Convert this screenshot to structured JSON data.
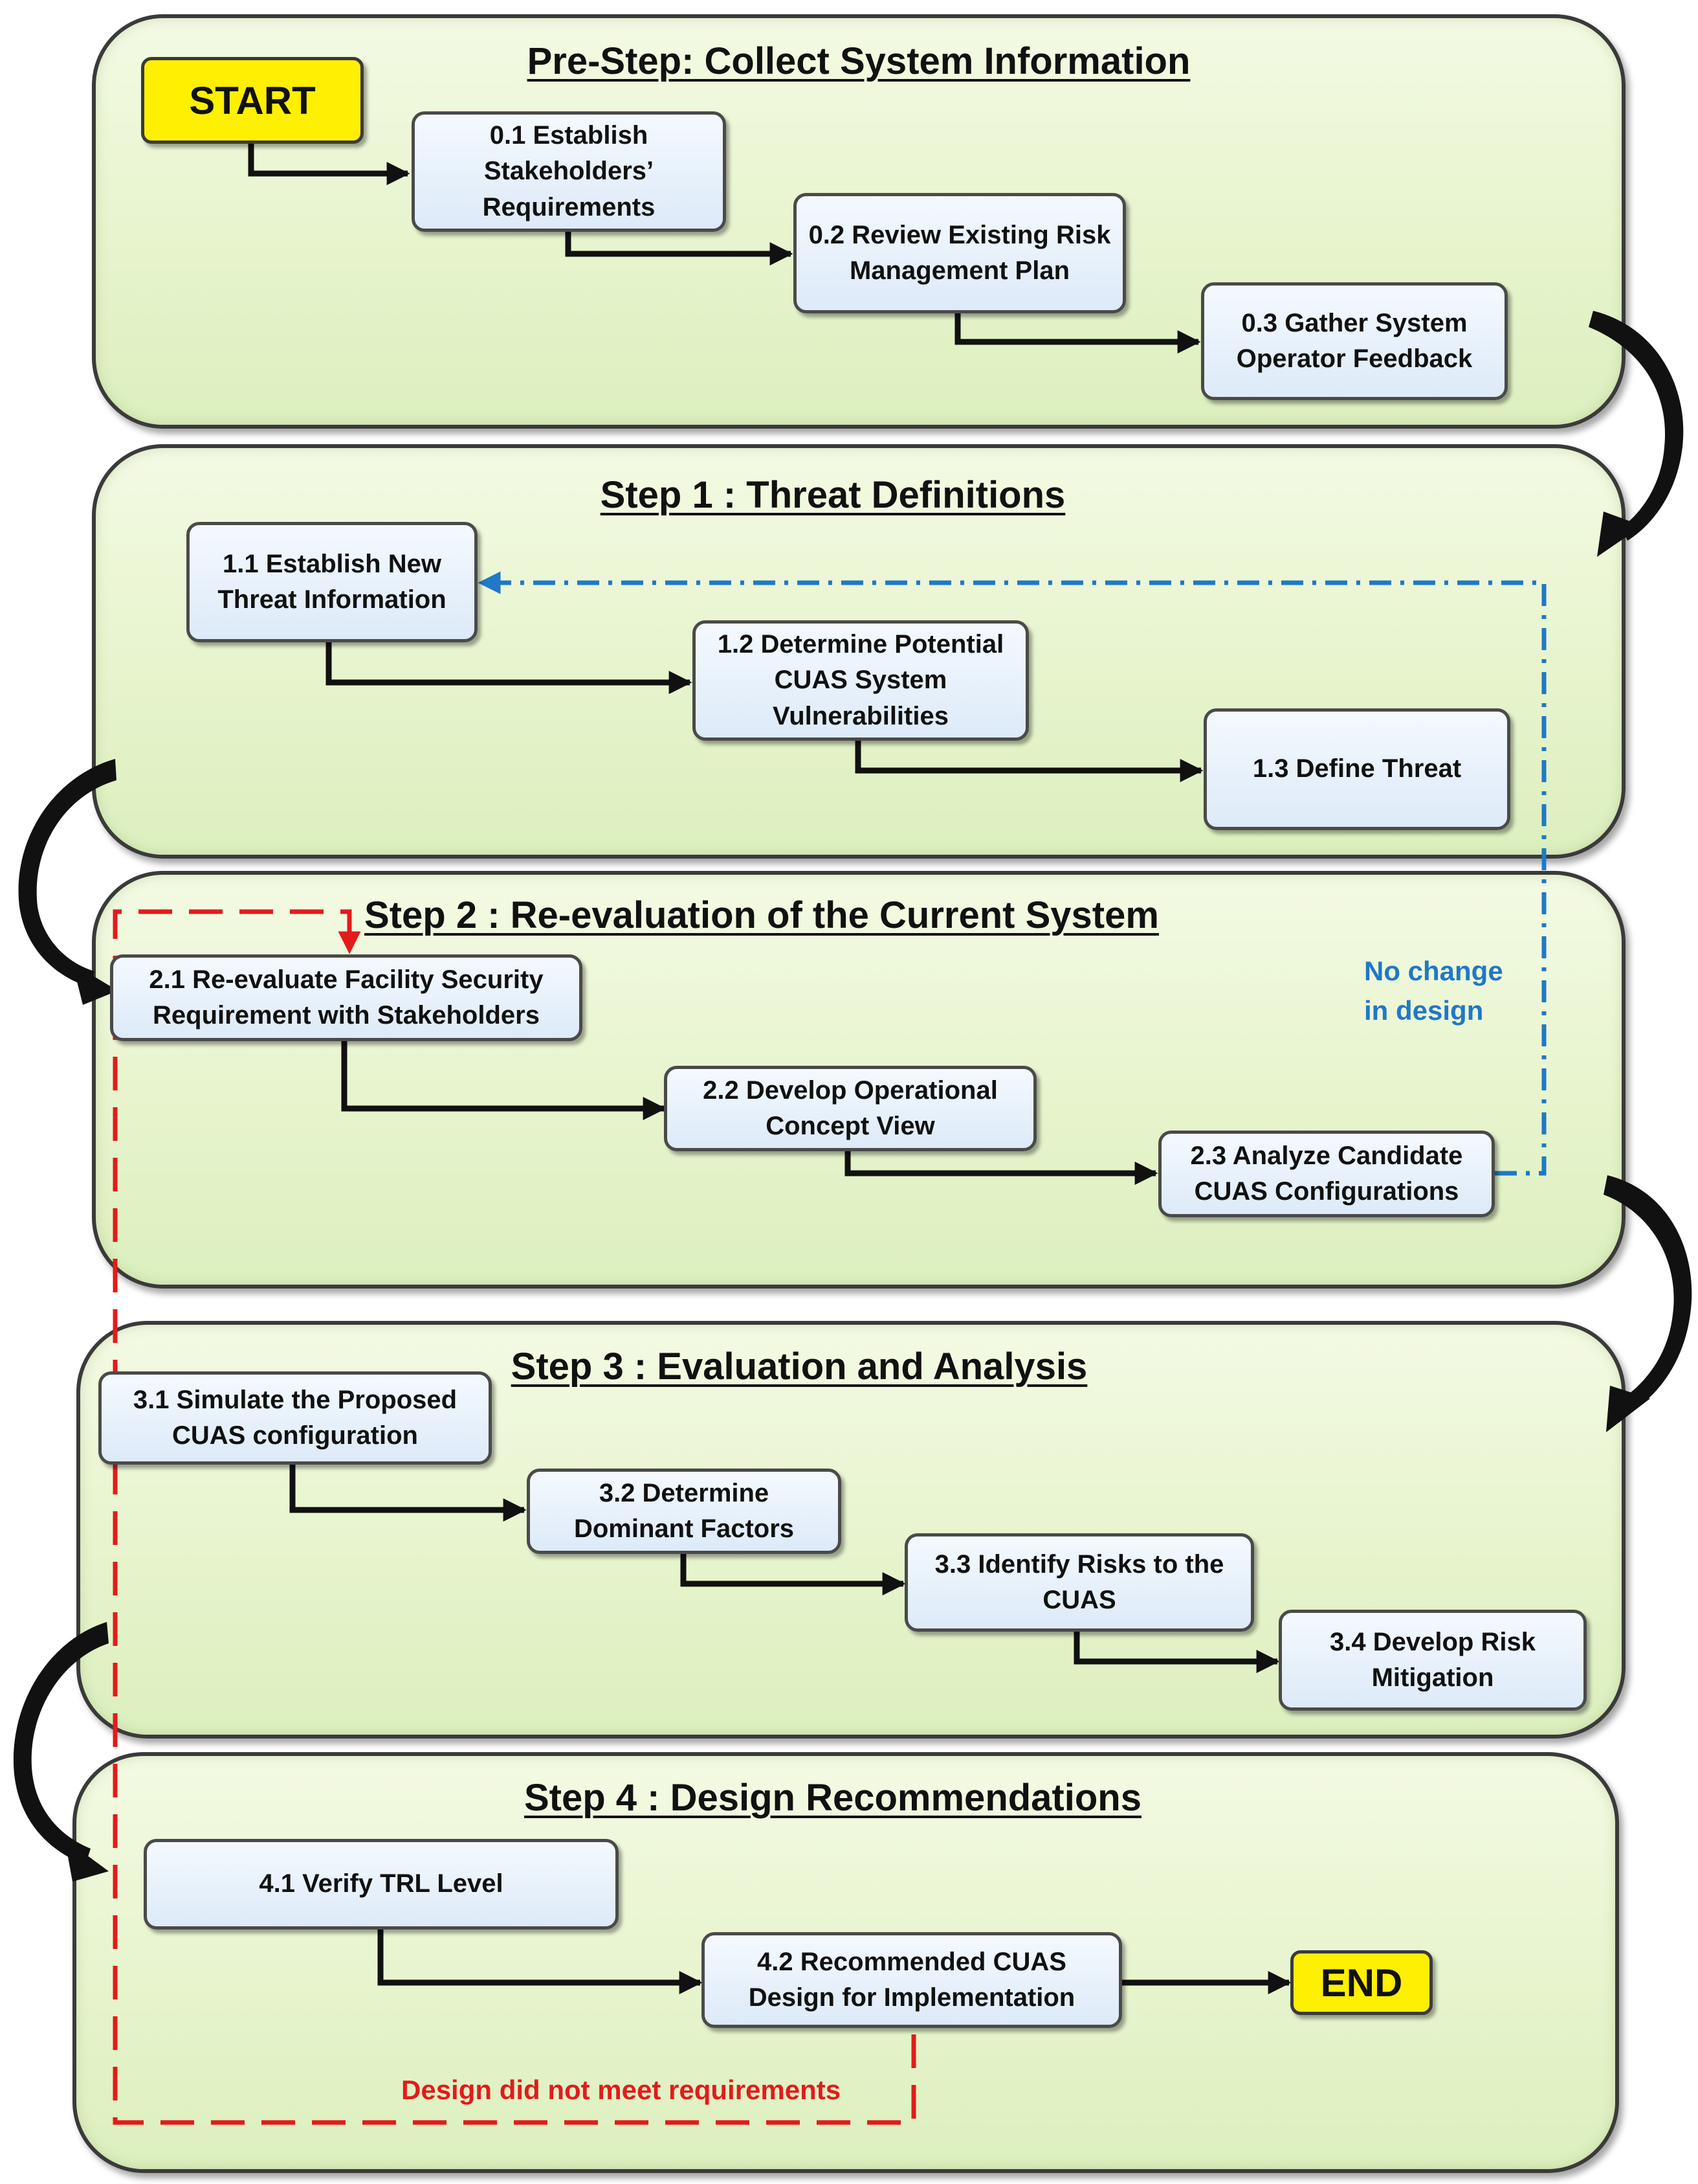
{
  "panels": {
    "pre": "Pre-Step: Collect System Information",
    "step1": "Step 1 : Threat Definitions",
    "step2": "Step 2 : Re-evaluation of the Current System",
    "step3": "Step 3 : Evaluation and Analysis",
    "step4": "Step 4 : Design Recommendations"
  },
  "terminals": {
    "start": "START",
    "end": "END"
  },
  "boxes": {
    "b01": "0.1 Establish Stakeholders’ Requirements",
    "b02": "0.2 Review Existing Risk Management Plan",
    "b03": "0.3 Gather System Operator Feedback",
    "b11": "1.1 Establish New Threat Information",
    "b12": "1.2 Determine Potential CUAS System Vulnerabilities",
    "b13": "1.3 Define Threat",
    "b21": "2.1 Re-evaluate Facility Security Requirement with Stakeholders",
    "b22": "2.2 Develop Operational Concept View",
    "b23": "2.3 Analyze Candidate CUAS Configurations",
    "b31": "3.1 Simulate the Proposed CUAS configuration",
    "b32": "3.2 Determine Dominant Factors",
    "b33": "3.3 Identify Risks to the CUAS",
    "b34": "3.4 Develop Risk Mitigation",
    "b41": "4.1 Verify TRL Level",
    "b42": "4.2 Recommended CUAS Design for Implementation"
  },
  "notes": {
    "no_change": "No change in design",
    "not_met": "Design did not meet requirements"
  },
  "colors": {
    "no_change": "#1f78c8",
    "not_met": "#e31b1b"
  }
}
